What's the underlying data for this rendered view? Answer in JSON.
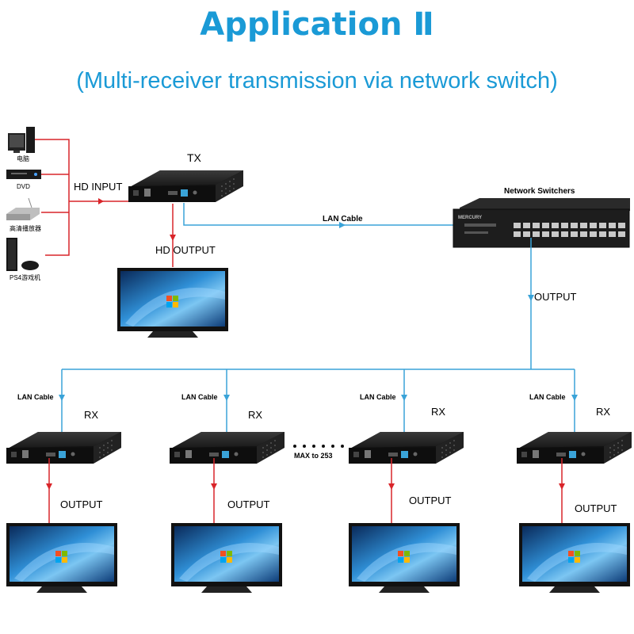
{
  "header": {
    "title": "Application Ⅱ",
    "subtitle": "(Multi-receiver transmission via network switch)"
  },
  "sources": [
    {
      "name": "电脑",
      "icon": "computer-icon"
    },
    {
      "name": "DVD",
      "icon": "dvd-player-icon"
    },
    {
      "name": "高清播放器",
      "icon": "hd-player-icon"
    },
    {
      "name": "PS4游戏机",
      "icon": "game-console-icon"
    }
  ],
  "labels": {
    "hd_input": "HD INPUT",
    "tx": "TX",
    "hd_output": "HD OUTPUT",
    "lan_cable_main": "LAN Cable",
    "network_switchers": "Network Switchers",
    "switch_brand": "MERCURY",
    "switch_output": "OUTPUT",
    "max": "MAX to 253"
  },
  "receivers": [
    {
      "lan": "LAN Cable",
      "rx": "RX",
      "output": "OUTPUT"
    },
    {
      "lan": "LAN Cable",
      "rx": "RX",
      "output": "OUTPUT"
    },
    {
      "lan": "LAN Cable",
      "rx": "RX",
      "output": "OUTPUT"
    },
    {
      "lan": "LAN Cable",
      "rx": "RX",
      "output": "OUTPUT"
    }
  ],
  "colors": {
    "title_blue": "#1a9ad6",
    "hdmi_line": "#d9252a",
    "lan_line": "#3aa3d8",
    "device_black": "#1c1c1c"
  }
}
